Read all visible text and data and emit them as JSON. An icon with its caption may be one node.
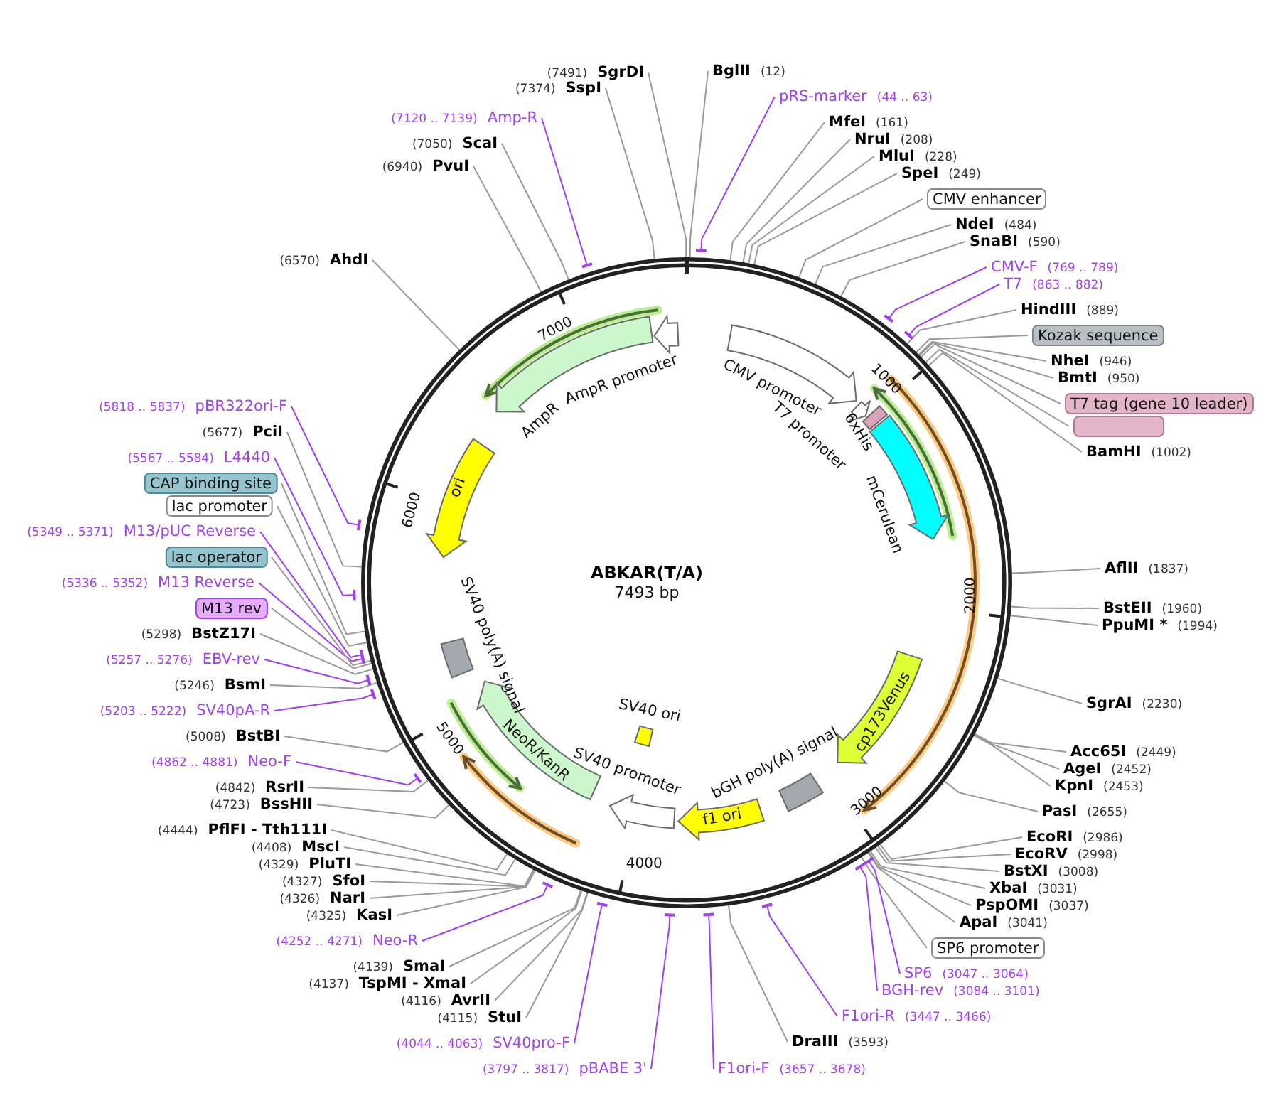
{
  "diagram": {
    "title": "ABKAR(T/A)",
    "nodes": [
      {
        "text": [
          "BglII"
        ],
        "beside": [
          "(12)"
        ]
      },
      {
        "text": [
          "pRS-marker"
        ],
        "beside": [
          "(44 .. 63)"
        ]
      },
      {
        "text": [
          "MfeI"
        ],
        "beside": [
          "(161)"
        ]
      },
      {
        "text": [
          "NruI"
        ],
        "beside": [
          "(208)"
        ]
      },
      {
        "text": [
          "MluI"
        ],
        "beside": [
          "(228)"
        ]
      },
      {
        "text": [
          "SpeI"
        ],
        "beside": [
          "(249)"
        ]
      },
      {
        "text": [
          "CMV enhancer"
        ]
      },
      {
        "text": [
          "NdeI"
        ],
        "beside": [
          "(484)"
        ]
      },
      {
        "text": [
          "SnaBI"
        ],
        "beside": [
          "(590)"
        ]
      },
      {
        "text": [
          "CMV-F"
        ],
        "beside": [
          "(769 .. 789)"
        ]
      },
      {
        "text": [
          "T7"
        ],
        "beside": [
          "(863 .. 882)"
        ]
      },
      {
        "text": [
          "HindIII"
        ],
        "beside": [
          "(889)"
        ]
      },
      {
        "text": [
          "Kozak sequence"
        ]
      },
      {
        "text": [
          "NheI"
        ],
        "beside": [
          "(946)"
        ]
      },
      {
        "text": [
          "BmtI"
        ],
        "beside": [
          "(950)"
        ]
      },
      {
        "text": [
          "T7 tag (gene 10 leader)"
        ]
      },
      {
        "text": [],
        "shape": "box"
      },
      {
        "text": [
          "BamHI"
        ],
        "beside": [
          "(1002)"
        ]
      },
      {
        "text": [
          "AflII"
        ],
        "beside": [
          "(1837)"
        ]
      },
      {
        "text": [
          "BstEII"
        ],
        "beside": [
          "(1960)"
        ]
      },
      {
        "text": [
          "PpuMI *"
        ],
        "beside": [
          "(1994)"
        ]
      },
      {
        "text": [
          "SgrAI"
        ],
        "beside": [
          "(2230)"
        ]
      },
      {
        "text": [
          "Acc65I"
        ],
        "beside": [
          "(2449)"
        ]
      },
      {
        "text": [
          "AgeI"
        ],
        "beside": [
          "(2452)"
        ]
      },
      {
        "text": [
          "KpnI"
        ],
        "beside": [
          "(2453)"
        ]
      },
      {
        "text": [
          "PasI"
        ],
        "beside": [
          "(2655)"
        ]
      },
      {
        "text": [
          "EcoRI"
        ],
        "beside": [
          "(2986)"
        ]
      },
      {
        "text": [
          "EcoRV"
        ],
        "beside": [
          "(2998)"
        ]
      },
      {
        "text": [
          "BstXI"
        ],
        "beside": [
          "(3008)"
        ]
      },
      {
        "text": [
          "XbaI"
        ],
        "beside": [
          "(3031)"
        ]
      },
      {
        "text": [
          "PspOMI"
        ],
        "beside": [
          "(3037)"
        ]
      },
      {
        "text": [
          "ApaI"
        ],
        "beside": [
          "(3041)"
        ]
      },
      {
        "text": [
          "SP6 promoter"
        ]
      },
      {
        "text": [
          "SP6"
        ],
        "beside": [
          "(3047 .. 3064)"
        ]
      },
      {
        "text": [
          "BGH-rev"
        ],
        "beside": [
          "(3084 .. 3101)"
        ]
      },
      {
        "text": [
          "F1ori-R"
        ],
        "beside": [
          "(3447 .. 3466)"
        ]
      },
      {
        "text": [
          "DraIII"
        ],
        "beside": [
          "(3593)"
        ]
      },
      {
        "text": [
          "F1ori-F"
        ],
        "beside": [
          "(3657 .. 3678)"
        ]
      },
      {
        "text": [
          "pBABE 3'"
        ],
        "beside": [
          "(3797 .. 3817)"
        ]
      },
      {
        "text": [
          "SV40pro-F"
        ],
        "beside": [
          "(4044 .. 4063)"
        ]
      },
      {
        "text": [
          "StuI"
        ],
        "beside": [
          "(4115)"
        ]
      },
      {
        "text": [
          "AvrII"
        ],
        "beside": [
          "(4116)"
        ]
      },
      {
        "text": [
          "TspMI - XmaI"
        ],
        "beside": [
          "(4137)"
        ]
      },
      {
        "text": [
          "SmaI"
        ],
        "beside": [
          "(4139)"
        ]
      },
      {
        "text": [
          "Neo-R"
        ],
        "beside": [
          "(4252 .. 4271)"
        ]
      },
      {
        "text": [
          "KasI"
        ],
        "beside": [
          "(4325)"
        ]
      },
      {
        "text": [
          "NarI"
        ],
        "beside": [
          "(4326)"
        ]
      },
      {
        "text": [
          "SfoI"
        ],
        "beside": [
          "(4327)"
        ]
      },
      {
        "text": [
          "PluTI"
        ],
        "beside": [
          "(4329)"
        ]
      },
      {
        "text": [
          "MscI"
        ],
        "beside": [
          "(4408)"
        ]
      },
      {
        "text": [
          "PflFI - Tth111I"
        ],
        "beside": [
          "(4444)"
        ]
      },
      {
        "text": [
          "BssHII"
        ],
        "beside": [
          "(4723)"
        ]
      },
      {
        "text": [
          "RsrII"
        ],
        "beside": [
          "(4842)"
        ]
      },
      {
        "text": [
          "Neo-F"
        ],
        "beside": [
          "(4862 .. 4881)"
        ]
      },
      {
        "text": [
          "BstBI"
        ],
        "beside": [
          "(5008)"
        ]
      },
      {
        "text": [
          "SV40pA-R"
        ],
        "beside": [
          "(5203 .. 5222)"
        ]
      },
      {
        "text": [
          "BsmI"
        ],
        "beside": [
          "(5246)"
        ]
      },
      {
        "text": [
          "EBV-rev"
        ],
        "beside": [
          "(5257 .. 5276)"
        ]
      },
      {
        "text": [
          "BstZ17I"
        ],
        "beside": [
          "(5298)"
        ]
      },
      {
        "text": [
          "M13 rev"
        ]
      },
      {
        "text": [
          "M13 Reverse"
        ],
        "beside": [
          "(5336 .. 5352)"
        ]
      },
      {
        "text": [
          "lac operator"
        ]
      },
      {
        "text": [
          "M13/pUC Reverse"
        ],
        "beside": [
          "(5349 .. 5371)"
        ]
      },
      {
        "text": [
          "lac promoter"
        ]
      },
      {
        "text": [
          "CAP binding site"
        ]
      },
      {
        "text": [
          "L4440"
        ],
        "beside": [
          "(5567 .. 5584)"
        ]
      },
      {
        "text": [
          "PciI"
        ],
        "beside": [
          "(5677)"
        ]
      },
      {
        "text": [
          "pBR322ori-F"
        ],
        "beside": [
          "(5818 .. 5837)"
        ]
      },
      {
        "text": [
          "AhdI"
        ],
        "beside": [
          "(6570)"
        ]
      },
      {
        "text": [
          "PvuI"
        ],
        "beside": [
          "(6940)"
        ]
      },
      {
        "text": [
          "ScaI"
        ],
        "beside": [
          "(7050)"
        ]
      },
      {
        "text": [
          "Amp-R"
        ],
        "beside": [
          "(7120 .. 7139)"
        ]
      },
      {
        "text": [
          "SspI"
        ],
        "beside": [
          "(7374)"
        ]
      },
      {
        "text": [
          "SgrDI"
        ],
        "beside": [
          "(7491)"
        ]
      },
      {
        "text": [
          "AmpR promoter"
        ]
      },
      {
        "text": [
          "AmpR"
        ]
      },
      {
        "text": [
          "ori"
        ]
      },
      {
        "text": [
          "CMV promoter"
        ]
      },
      {
        "text": [
          "T7 promoter"
        ]
      },
      {
        "text": [
          "6xHis"
        ]
      },
      {
        "text": [
          "mCerulean"
        ]
      },
      {
        "text": [
          "cp173Venus"
        ]
      },
      {
        "text": [
          "bGH poly(A) signal"
        ]
      },
      {
        "text": [
          "f1 ori"
        ]
      },
      {
        "text": [
          "SV40 promoter"
        ]
      },
      {
        "text": [
          "NeoR/KanR"
        ]
      },
      {
        "text": [
          "SV40 ori"
        ]
      },
      {
        "text": [
          "SV40 poly(A) signal"
        ]
      }
    ],
    "edges": [
      {
        "from": 0,
        "to": null,
        "arrow": "none"
      },
      {
        "from": 1,
        "to": null,
        "arrow": "none",
        "color": "#a23ff0"
      },
      {
        "from": 2,
        "to": null,
        "arrow": "none"
      },
      {
        "from": 3,
        "to": null,
        "arrow": "none"
      },
      {
        "from": 4,
        "to": null,
        "arrow": "none"
      },
      {
        "from": 5,
        "to": null,
        "arrow": "none"
      },
      {
        "from": 6,
        "to": null,
        "arrow": "none"
      },
      {
        "from": 7,
        "to": null,
        "arrow": "none"
      },
      {
        "from": 8,
        "to": null,
        "arrow": "none"
      },
      {
        "from": 9,
        "to": null,
        "arrow": "none",
        "color": "#a23ff0"
      },
      {
        "from": 10,
        "to": null,
        "arrow": "none",
        "color": "#a23ff0"
      },
      {
        "from": 11,
        "to": null,
        "arrow": "none"
      },
      {
        "from": 12,
        "to": null,
        "arrow": "none"
      },
      {
        "from": 13,
        "to": null,
        "arrow": "none"
      },
      {
        "from": 14,
        "to": null,
        "arrow": "none"
      },
      {
        "from": 15,
        "to": null,
        "arrow": "none"
      },
      {
        "from": 16,
        "to": null,
        "arrow": "none"
      },
      {
        "from": 17,
        "to": null,
        "arrow": "none"
      },
      {
        "from": 18,
        "to": null,
        "arrow": "none"
      },
      {
        "from": 19,
        "to": null,
        "arrow": "none"
      },
      {
        "from": 20,
        "to": null,
        "arrow": "none"
      },
      {
        "from": 21,
        "to": null,
        "arrow": "none"
      },
      {
        "from": 22,
        "to": null,
        "arrow": "none"
      },
      {
        "from": 23,
        "to": null,
        "arrow": "none"
      },
      {
        "from": 24,
        "to": null,
        "arrow": "none"
      },
      {
        "from": 25,
        "to": null,
        "arrow": "none"
      },
      {
        "from": 26,
        "to": null,
        "arrow": "none"
      },
      {
        "from": 27,
        "to": null,
        "arrow": "none"
      },
      {
        "from": 28,
        "to": null,
        "arrow": "none"
      },
      {
        "from": 29,
        "to": null,
        "arrow": "none"
      },
      {
        "from": 30,
        "to": null,
        "arrow": "none"
      },
      {
        "from": 31,
        "to": null,
        "arrow": "none"
      },
      {
        "from": 32,
        "to": null,
        "arrow": "none"
      },
      {
        "from": 33,
        "to": null,
        "arrow": "none",
        "color": "#a23ff0"
      },
      {
        "from": 34,
        "to": null,
        "arrow": "none",
        "color": "#a23ff0"
      },
      {
        "from": 35,
        "to": null,
        "arrow": "none",
        "color": "#a23ff0"
      },
      {
        "from": 36,
        "to": null,
        "arrow": "none"
      },
      {
        "from": 37,
        "to": null,
        "arrow": "none",
        "color": "#a23ff0"
      },
      {
        "from": 38,
        "to": null,
        "arrow": "none",
        "color": "#a23ff0"
      },
      {
        "from": 39,
        "to": null,
        "arrow": "none",
        "color": "#a23ff0"
      },
      {
        "from": 40,
        "to": null,
        "arrow": "none"
      },
      {
        "from": 41,
        "to": null,
        "arrow": "none"
      },
      {
        "from": 42,
        "to": null,
        "arrow": "none"
      },
      {
        "from": 43,
        "to": null,
        "arrow": "none"
      },
      {
        "from": 44,
        "to": null,
        "arrow": "none",
        "color": "#a23ff0"
      },
      {
        "from": 45,
        "to": null,
        "arrow": "none"
      },
      {
        "from": 46,
        "to": null,
        "arrow": "none"
      },
      {
        "from": 47,
        "to": null,
        "arrow": "none"
      },
      {
        "from": 48,
        "to": null,
        "arrow": "none"
      },
      {
        "from": 49,
        "to": null,
        "arrow": "none"
      },
      {
        "from": 50,
        "to": null,
        "arrow": "none"
      },
      {
        "from": 51,
        "to": null,
        "arrow": "none"
      },
      {
        "from": 52,
        "to": null,
        "arrow": "none"
      },
      {
        "from": 53,
        "to": null,
        "arrow": "none",
        "color": "#a23ff0"
      },
      {
        "from": 54,
        "to": null,
        "arrow": "none"
      },
      {
        "from": 55,
        "to": null,
        "arrow": "none",
        "color": "#a23ff0"
      },
      {
        "from": 56,
        "to": null,
        "arrow": "none"
      },
      {
        "from": 57,
        "to": null,
        "arrow": "none",
        "color": "#a23ff0"
      },
      {
        "from": 58,
        "to": null,
        "arrow": "none"
      },
      {
        "from": 59,
        "to": null,
        "arrow": "none"
      },
      {
        "from": 60,
        "to": null,
        "arrow": "none",
        "color": "#a23ff0"
      },
      {
        "from": 61,
        "to": null,
        "arrow": "none"
      },
      {
        "from": 62,
        "to": null,
        "arrow": "none",
        "color": "#a23ff0"
      },
      {
        "from": 63,
        "to": null,
        "arrow": "none"
      },
      {
        "from": 64,
        "to": null,
        "arrow": "none"
      },
      {
        "from": 65,
        "to": null,
        "arrow": "none",
        "color": "#a23ff0"
      },
      {
        "from": 66,
        "to": null,
        "arrow": "none"
      },
      {
        "from": 67,
        "to": null,
        "arrow": "none",
        "color": "#a23ff0"
      },
      {
        "from": 68,
        "to": null,
        "arrow": "none"
      },
      {
        "from": 69,
        "to": null,
        "arrow": "none"
      },
      {
        "from": 70,
        "to": null,
        "arrow": "none"
      },
      {
        "from": 71,
        "to": null,
        "arrow": "none",
        "color": "#a23ff0"
      },
      {
        "from": 72,
        "to": null,
        "arrow": "none"
      },
      {
        "from": 73,
        "to": null,
        "arrow": "none"
      }
    ],
    "labels": [
      "1000",
      "2000",
      "3000",
      "4000",
      "5000",
      "6000",
      "7000",
      "7493 bp"
    ]
  }
}
